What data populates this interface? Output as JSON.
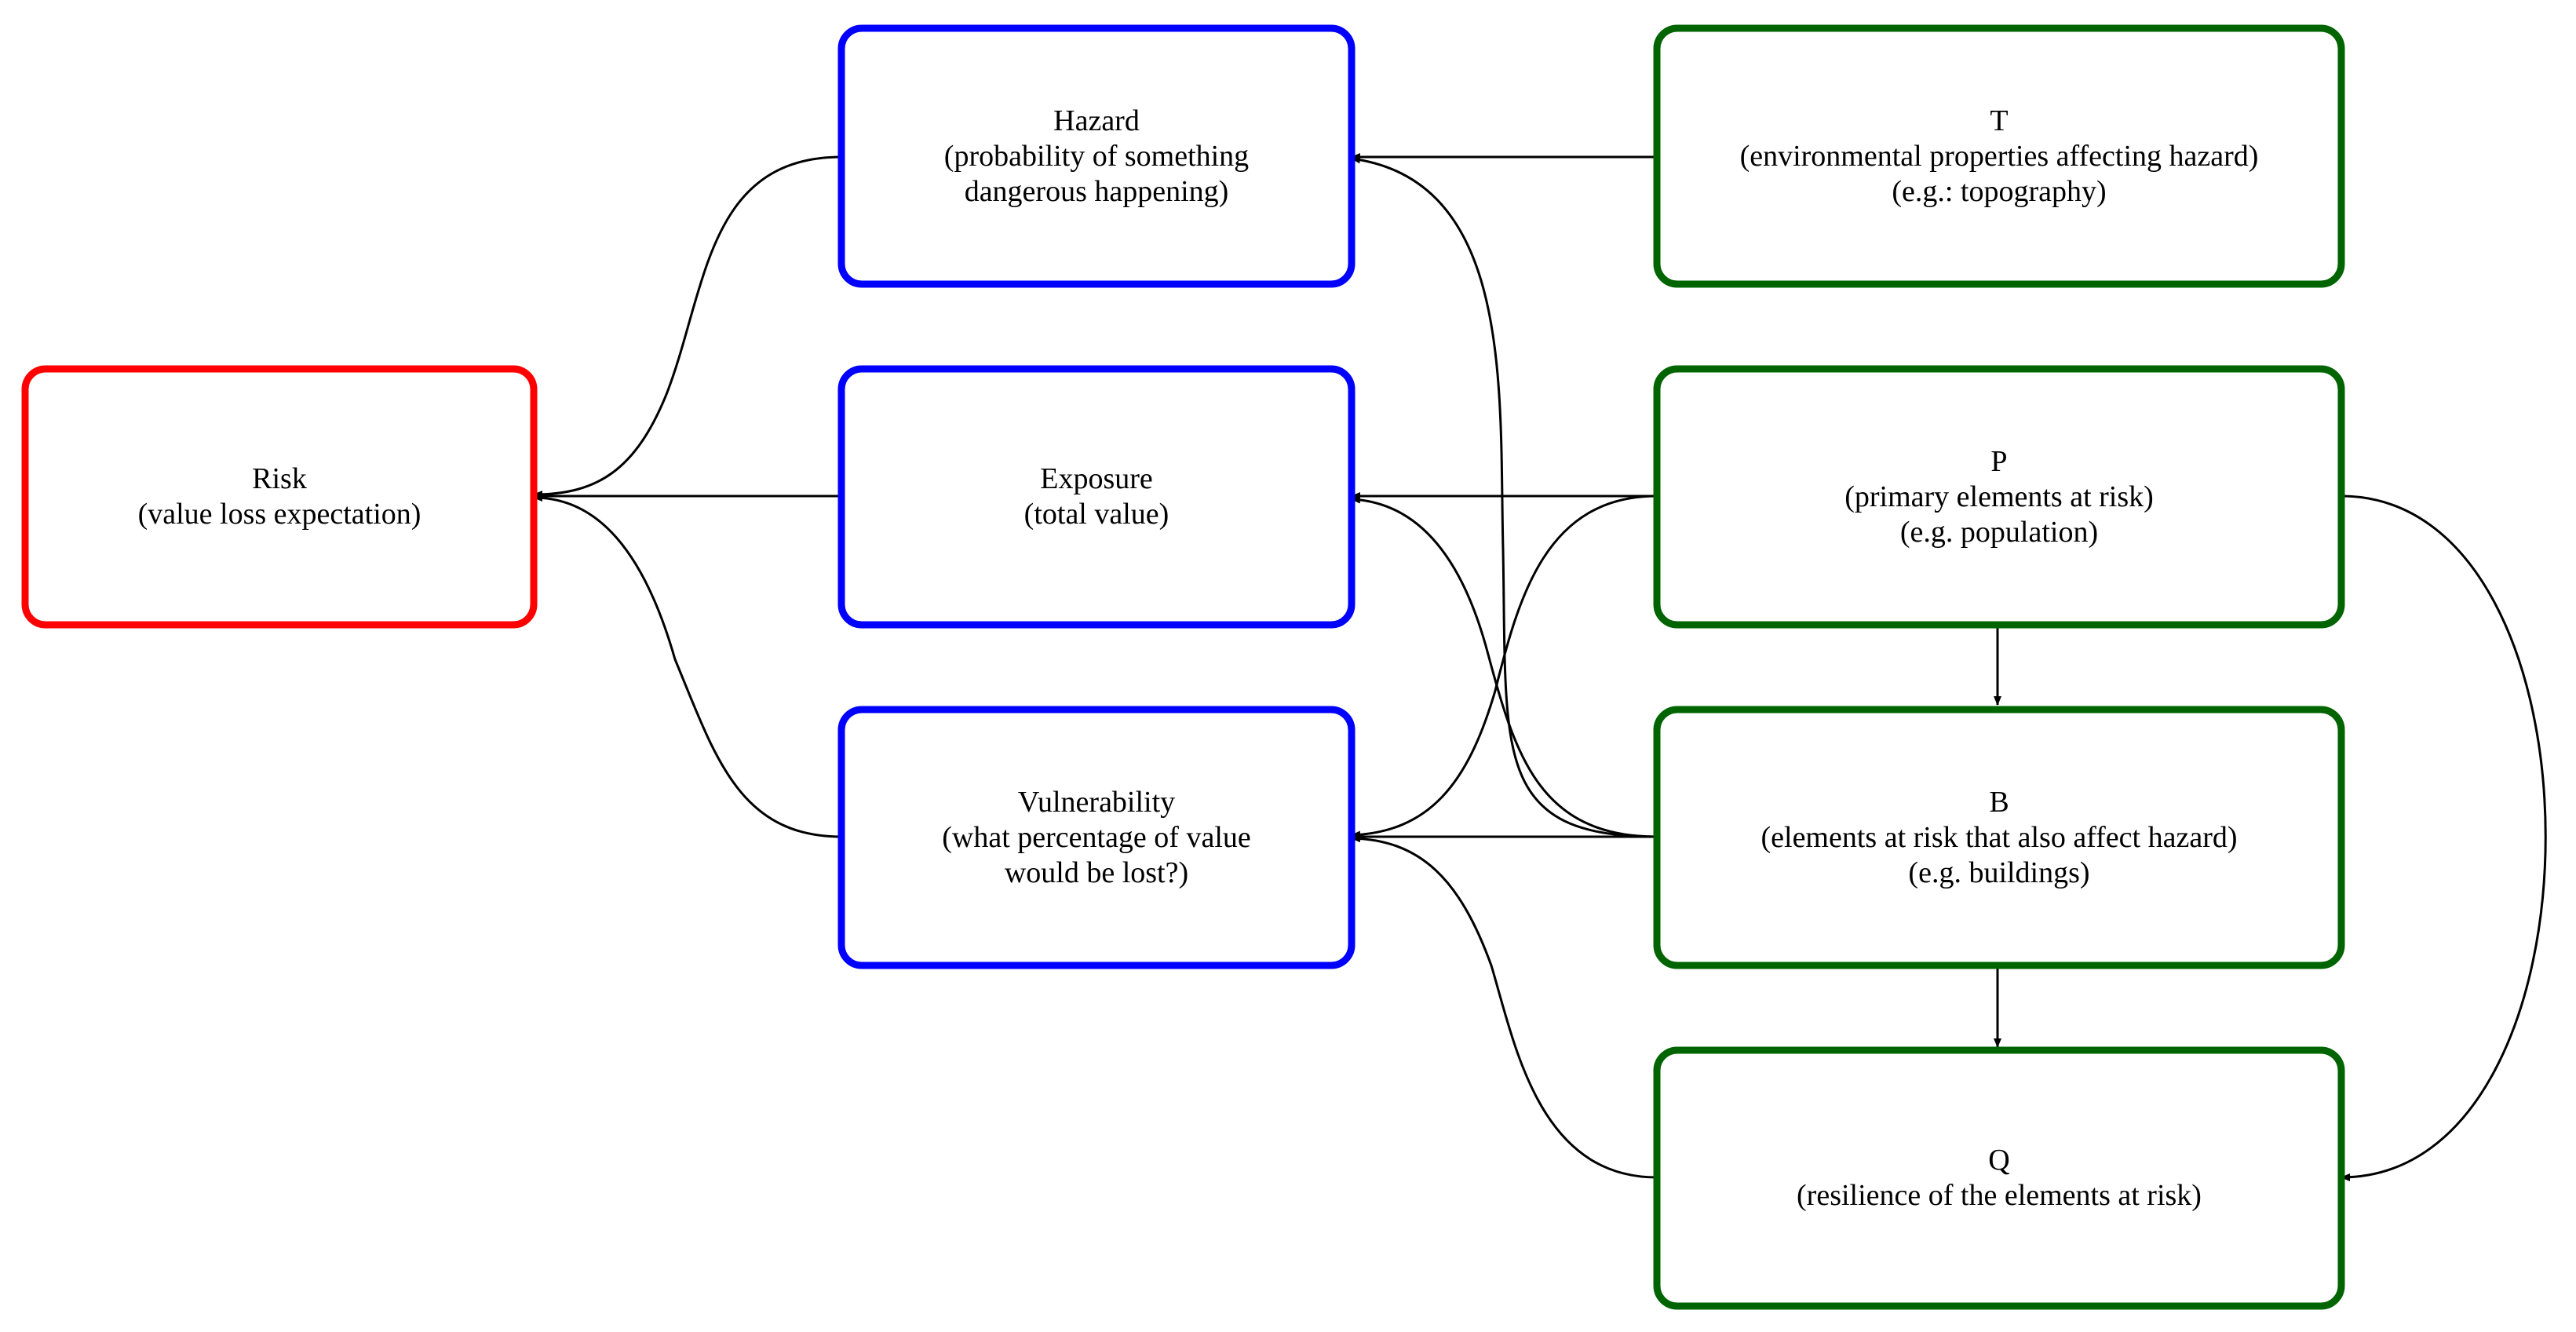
{
  "colors": {
    "outcome": "#ff0000",
    "component": "#0000ff",
    "driver": "#006400",
    "edge": "#000000",
    "text": "#000000"
  },
  "nodes": {
    "risk": {
      "lines": [
        "Risk",
        "(value loss expectation)"
      ]
    },
    "hazard": {
      "lines": [
        "Hazard",
        "(probability of something",
        "dangerous happening)"
      ]
    },
    "exposure": {
      "lines": [
        "Exposure",
        "(total value)"
      ]
    },
    "vulnerability": {
      "lines": [
        "Vulnerability",
        "(what percentage of value",
        "would be lost?)"
      ]
    },
    "t": {
      "lines": [
        "T",
        "(environmental properties affecting hazard)",
        "(e.g.: topography)"
      ]
    },
    "p": {
      "lines": [
        "P",
        "(primary elements at risk)",
        "(e.g. population)"
      ]
    },
    "b": {
      "lines": [
        "B",
        "(elements at risk that also affect hazard)",
        "(e.g. buildings)"
      ]
    },
    "q": {
      "lines": [
        "Q",
        "(resilience of the elements at risk)"
      ]
    }
  },
  "edges": [
    {
      "from": "hazard",
      "to": "risk"
    },
    {
      "from": "exposure",
      "to": "risk"
    },
    {
      "from": "vulnerability",
      "to": "risk"
    },
    {
      "from": "t",
      "to": "hazard"
    },
    {
      "from": "b",
      "to": "hazard"
    },
    {
      "from": "p",
      "to": "exposure"
    },
    {
      "from": "b",
      "to": "exposure"
    },
    {
      "from": "p",
      "to": "vulnerability"
    },
    {
      "from": "b",
      "to": "vulnerability"
    },
    {
      "from": "q",
      "to": "vulnerability"
    },
    {
      "from": "p",
      "to": "b"
    },
    {
      "from": "b",
      "to": "q"
    },
    {
      "from": "p",
      "to": "q"
    }
  ]
}
